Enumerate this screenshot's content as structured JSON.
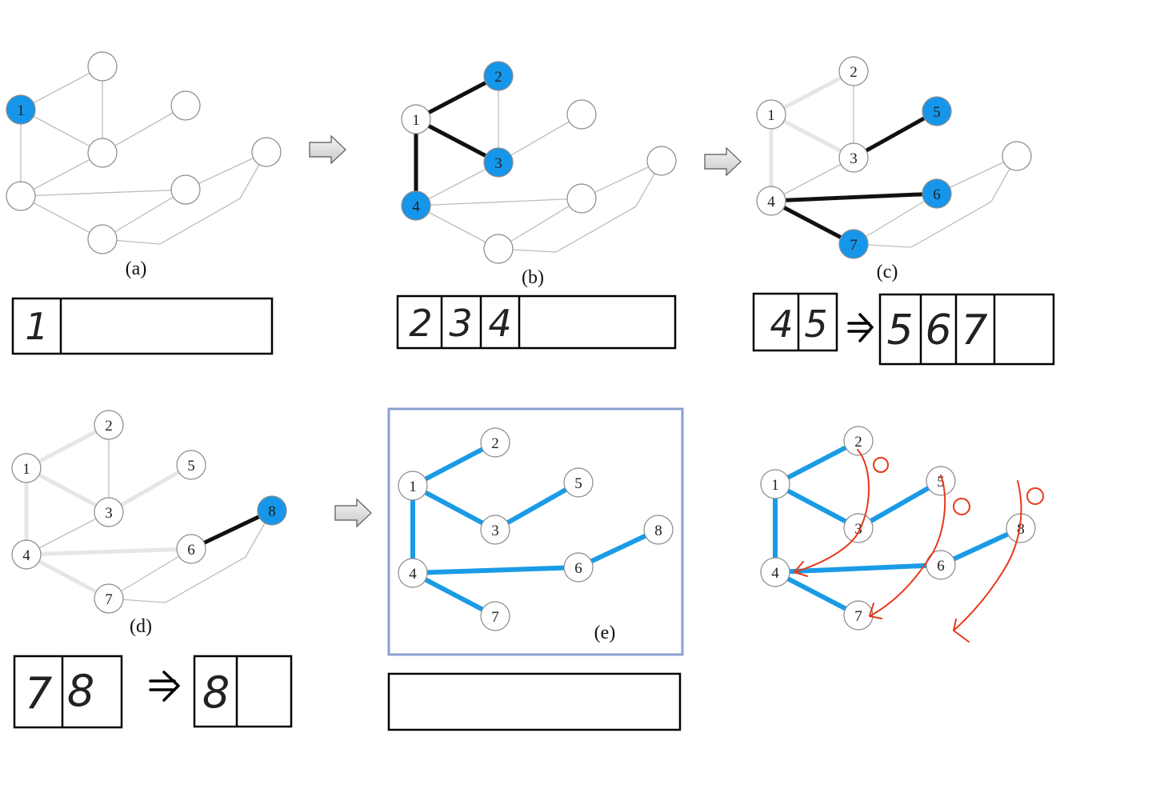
{
  "colors": {
    "visited": "#1696ea",
    "tree_edge": "#1a9be6",
    "active_edge": "#111111",
    "faded_edge": "#e6e6e6",
    "plain_edge": "#bdbdbd",
    "node_stroke": "#8a8a8a",
    "frame": "#8c9fd2",
    "annotation": "#e8381a"
  },
  "panels": {
    "a": {
      "label": "(a)",
      "nodes": {
        "n1": "1"
      }
    },
    "b": {
      "label": "(b)",
      "nodes": {
        "n1": "1",
        "n2": "2",
        "n3": "3",
        "n4": "4"
      }
    },
    "c": {
      "label": "(c)",
      "nodes": {
        "n1": "1",
        "n2": "2",
        "n3": "3",
        "n4": "4",
        "n5": "5",
        "n6": "6",
        "n7": "7"
      }
    },
    "d": {
      "label": "(d)",
      "nodes": {
        "n1": "1",
        "n2": "2",
        "n3": "3",
        "n4": "4",
        "n5": "5",
        "n6": "6",
        "n7": "7",
        "n8": "8"
      }
    },
    "e": {
      "label": "(e)",
      "nodes": {
        "n1": "1",
        "n2": "2",
        "n3": "3",
        "n4": "4",
        "n5": "5",
        "n6": "6",
        "n7": "7",
        "n8": "8"
      }
    },
    "f": {
      "nodes": {
        "n1": "1",
        "n2": "2",
        "n3": "3",
        "n4": "4",
        "n5": "5",
        "n6": "6",
        "n7": "7",
        "n8": "8"
      }
    }
  },
  "queues": {
    "a": [
      "1"
    ],
    "b": [
      "2",
      "3",
      "4"
    ],
    "c_before": [
      "4",
      "5"
    ],
    "c_after": [
      "5",
      "6",
      "7"
    ],
    "d_before": [
      "7",
      "8"
    ],
    "d_after": [
      "8"
    ],
    "e": []
  }
}
